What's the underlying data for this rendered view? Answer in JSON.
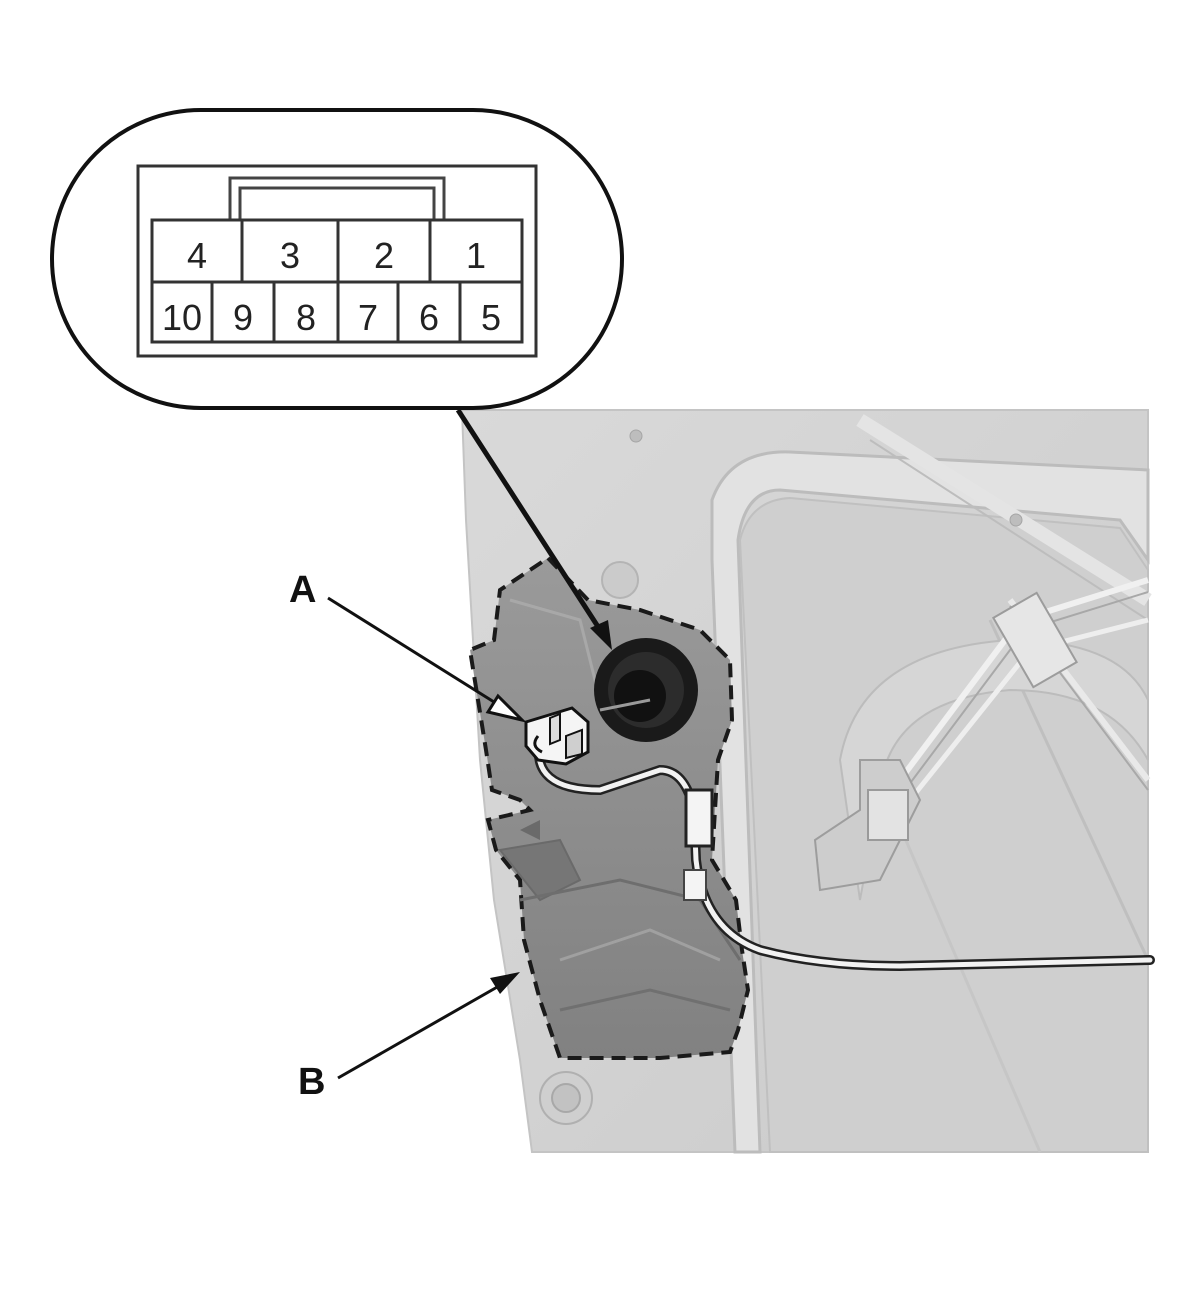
{
  "connector": {
    "top_row": [
      "4",
      "3",
      "2",
      "1"
    ],
    "bottom_row": [
      "10",
      "9",
      "8",
      "7",
      "6",
      "5"
    ]
  },
  "callouts": {
    "a": "A",
    "b": "B"
  },
  "colors": {
    "door_panel": "#d4d4d4",
    "cover_b": "#8c8c8c",
    "outline": "#111111"
  }
}
